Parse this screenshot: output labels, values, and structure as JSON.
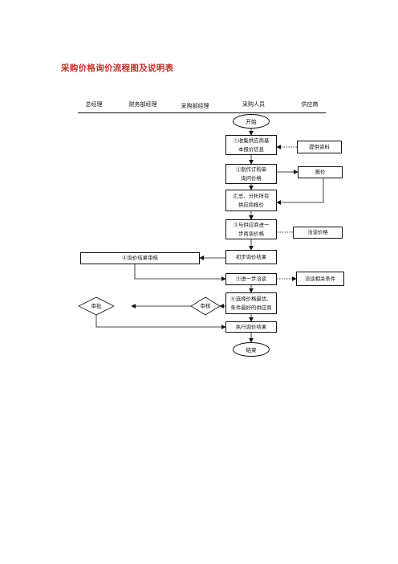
{
  "title": "采购价格询价流程图及说明表",
  "roles": [
    "总经理",
    "财务部经理",
    "采购部经理",
    "采购人员",
    "供应商"
  ],
  "nodes": {
    "start": "开始",
    "step1_l1": "①收集供应商基",
    "step1_l2": "本报价信息",
    "supplier_info": "提供资料",
    "step2_l1": "②制作订购单",
    "step2_l2": "询问价格",
    "supplier_quote": "报价",
    "summary_l1": "汇总、分析所有",
    "summary_l2": "供应商报价",
    "step3_l1": "③与供应商进一",
    "step3_l2": "步商谈价格",
    "supplier_negotiate": "洽谈价格",
    "initial_result": "初步询价结果",
    "review": "④询价结果审核",
    "step5": "⑤进一步洽谈",
    "supplier_terms": "洽谈相关条件",
    "step6_l1": "⑥选择价格最优、",
    "step6_l2": "条件最好的供应商",
    "approve": "审批",
    "audit": "审核",
    "execute": "执行询价结果",
    "end": "结束"
  }
}
